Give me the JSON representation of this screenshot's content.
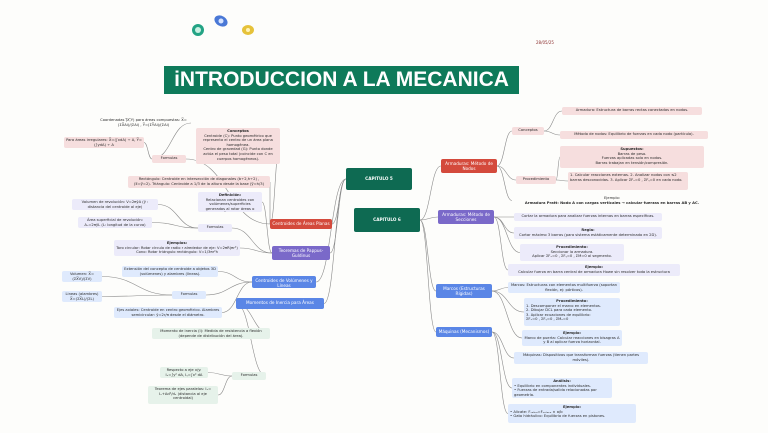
{
  "date": "28/05/25",
  "title": "iNTRODUCCION A LA MECANICA",
  "icons": [
    "flower-sticker-icon",
    "cherry-blossom-sticker-icon",
    "lemon-sticker-icon"
  ],
  "colors": {
    "title_bg": "#0e7a5a",
    "red": "#d44a3c",
    "purple": "#7a69c9",
    "blue": "#5a86e6",
    "hub": "#0e6a52"
  },
  "hubs": {
    "cap5": "CAPITULO 5",
    "cap6": "CAPITULO 6"
  },
  "left": {
    "coord_comp": "Coordenadas (̅X,̅Y) para áreas compuestas:\nX̅=(ΣX̅Ai)/(ΣAi) ,    Y̅=(ΣY̅Ai)/(ΣAi)",
    "irreg": "Para áreas irregulares:\nX̅=(∫xdA) ÷ A,   Y̅=(∫ydA) ÷ A",
    "formulas": "Formulas",
    "conceptos_title": "Conceptos",
    "conceptos_body": "Centroide (C): Punto geométrico que representa el centro de un área plana homogénea.\nCentro de gravedad (G): Punto donde actúa el peso total (coincide con C en cuerpos homogéneos).",
    "rect": "Rectángulo: Centroide en intersección de diagonales (b÷2,h÷2) , (x̅=y̅=2).\nTriángulo: Centroide a 1/3 de la altura desde la base (y̅=h/3)",
    "definicion_title": "Definición:",
    "definicion_body": "Relacionan centroides con volúmenes/superficies generados al rotar áreas o líneas.",
    "vol_rev": "Volumen de revolución:\nV=2πȳA   (ȳ : distancia del centroide al eje)",
    "area_sup": "Área superficial de revolución:\nAₛ=2πȳL    (L: longitud de la curva)",
    "formulas2": "Formulas",
    "ejemplos_title": "Ejemplos:",
    "ejemplos_body": "Toro circular: Rotar círculo de radio r alrededor de eje: V=2πR(πr²)\nCono: Rotar triángulo rectángulo: V=1/3πr²h",
    "extension": "Extensión del concepto de centroide a objetos 3D (volúmenes) y alambres (líneas).",
    "volumen": "Volumen:\nX̅=(ΣX̅V)/(ΣV)",
    "lineas": "Lineas (alambres)\nX̅=(ΣX̅L)/(ΣL)",
    "formulas3": "Formulas",
    "ejes": "Ejes axiales: Centroide en centro geométrico.\nAlambres semicircular: ȳ=2r/π desde el diámetro.",
    "momento": "Momento de inercia (I): Medida de resistencia a flexión (depende de distribución del área).",
    "rect_inercia": "Respecto a eje x/y:\nIₓ=∫y² dA,   Iᵧ=∫x² dA",
    "formulas4": "Formulas",
    "ejes_par": "Teorema de ejes paralelos:\nIₓ= Iₓ+Ad²/dₓ (distancia al eje centroidal)"
  },
  "mid": {
    "centroides": "Centroides de Áreas Planas",
    "teoremas": "Teoremas de Pappus-Guldinus",
    "cent_vol": "Centroides de Volúmenes y Líneas",
    "momentos": "Momentos de Inercia para Áreas"
  },
  "right": {
    "metodo_nodos": "Armaduras: Método de Nodos",
    "metodo_secciones": "Armaduras: Método de Secciones",
    "marcos": "Marcos (Estructuras Rígidas)",
    "maquinas": "Máquinas (Mecanismos)",
    "conceptos": "Conceptos",
    "armadura": "Armadura: Estructura de barras rectas conectadas en nodos.",
    "metodo_nodos_def": "Método de nodos: Equilibrio de fuerzas en cada nodo (partícula).",
    "supuestos_title": "Supuestos:",
    "supuestos_body": "Barras de peso.\nFuerzas aplicadas solo en nodos.\nBarras trabajan en tensión/compresión.",
    "procedimiento": "Procedimiento",
    "proc_list": "1.   Calcular reacciones externas.\n2.   Analizar nodos con ≤2 barras desconocidas.\n3.   Aplicar ΣFₓ=0 , ΣFᵧ=0 en cada nodo.",
    "ejemplo1_title": "Ejemplo:",
    "ejemplo1_body": "Armadura Pratt: Nodo A con cargas verticales → calcular fuerzas en barras AB y AC.",
    "secc_def": "Cortar la armadura para analizar fuerzas internas en barras específicas.",
    "regla_title": "Regla:",
    "regla_body": "Cortar máximo 3 barras (para sistema estáticamente determinado en 2D).",
    "proc2_title": "Procedimiento:",
    "proc2_body": "Seccionar la armadura.\nAplicar  ΣFₓ=0 ,  ΣFᵧ=0 ,  ΣM=0 al segmento.",
    "ejemplo2_title": "Ejemplo:",
    "ejemplo2_body": "Calcular fuerza en barra central de armadura Howe sin resolver toda la estructura",
    "marcos_def": "Marcos: Estructuras con elementos multifuerza (soportan flexión, ej: pórticos).",
    "proc3_title": "Procedimiento:",
    "proc3_body": "1.   Descomponer el marco en elementos.\n2.   Dibujar DCL para cada elemento.\n3.   Aplicar ecuaciones de equilibrio:\nΣFₓ=0 ,    ΣFᵧ=0 ,    ΣMₒ=0",
    "ejemplo3_title": "Ejemplo:",
    "ejemplo3_body": "Marco de puerta: Calcular reacciones en bisagras A y B al aplicar fuerza horizontal.",
    "maquinas_def": "Máquinas: Dispositivos que transforman fuerzas (tienen partes móviles).",
    "analisis_title": "Análisis:",
    "analisis_body": "•   Equilibrio en componentes individuales.\n•   Fuerzas de entrada/salida relacionadas por geometría.",
    "ejemplo4_title": "Ejemplo:",
    "ejemplo4_body": "•   Alicate: Fₛₐₗᵢₑₐ=Fₑₙₜₐₑₐ × a/b\n•   Gato hidráulico: Equilibrio de fuerzas en pistones."
  }
}
